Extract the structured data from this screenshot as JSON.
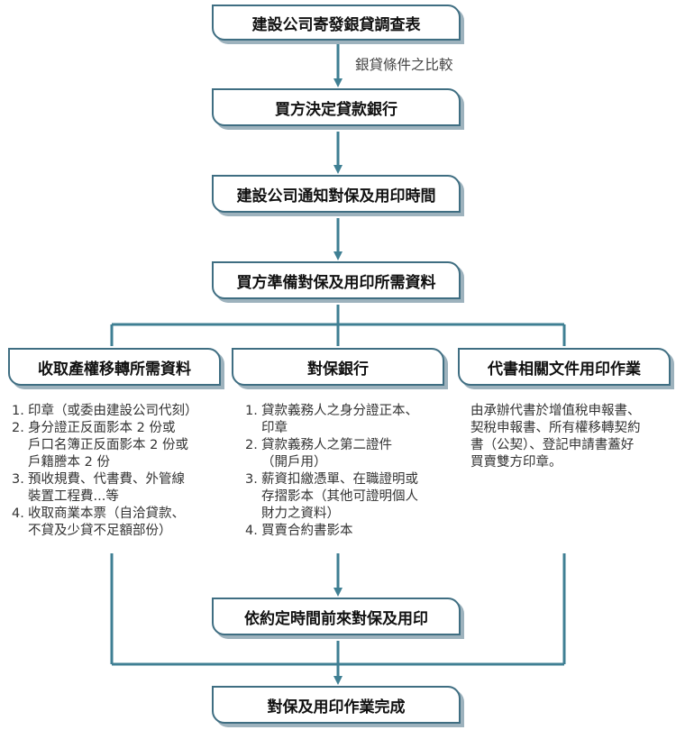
{
  "steps": {
    "step1": "建設公司寄發銀貸調查表",
    "edge1_label": "銀貸條件之比較",
    "step2": "買方決定貸款銀行",
    "step3": "建設公司通知對保及用印時間",
    "step4": "買方準備對保及用印所需資料",
    "branch_left": "收取產權移轉所需資料",
    "branch_mid": "對保銀行",
    "branch_right": "代書相關文件用印作業",
    "step5": "依約定時間前來對保及用印",
    "step6": "對保及用印作業完成"
  },
  "left_list": [
    {
      "num": "1.",
      "lines": [
        "印章（或委由建設公司代刻）"
      ]
    },
    {
      "num": "2.",
      "lines": [
        "身分證正反面影本 2 份或",
        "戶口名簿正反面影本 2 份或",
        "戶籍謄本 2 份"
      ]
    },
    {
      "num": "3.",
      "lines": [
        "預收規費、代書費、外管線",
        "裝置工程費...等"
      ]
    },
    {
      "num": "4.",
      "lines": [
        "收取商業本票（自洽貸款、",
        "不貸及少貸不足額部份）"
      ]
    }
  ],
  "mid_list": [
    {
      "num": "1.",
      "lines": [
        "貸款義務人之身分證正本、",
        "印章"
      ]
    },
    {
      "num": "2.",
      "lines": [
        "貸款義務人之第二證件",
        "（開戶用）"
      ]
    },
    {
      "num": "3.",
      "lines": [
        "薪資扣繳憑單、在職證明或",
        "存摺影本（其他可證明個人",
        "財力之資料）"
      ]
    },
    {
      "num": "4.",
      "lines": [
        "買賣合約書影本"
      ]
    }
  ],
  "right_text": [
    "由承辦代書於增值稅申報書、",
    "契稅申報書、所有權移轉契約",
    "書（公契）、登記申請書蓋好",
    "買賣雙方印章。"
  ],
  "colors": {
    "line": "#3f6e82",
    "arrow": "#3f7f93",
    "shadow": "#9db2bd"
  }
}
